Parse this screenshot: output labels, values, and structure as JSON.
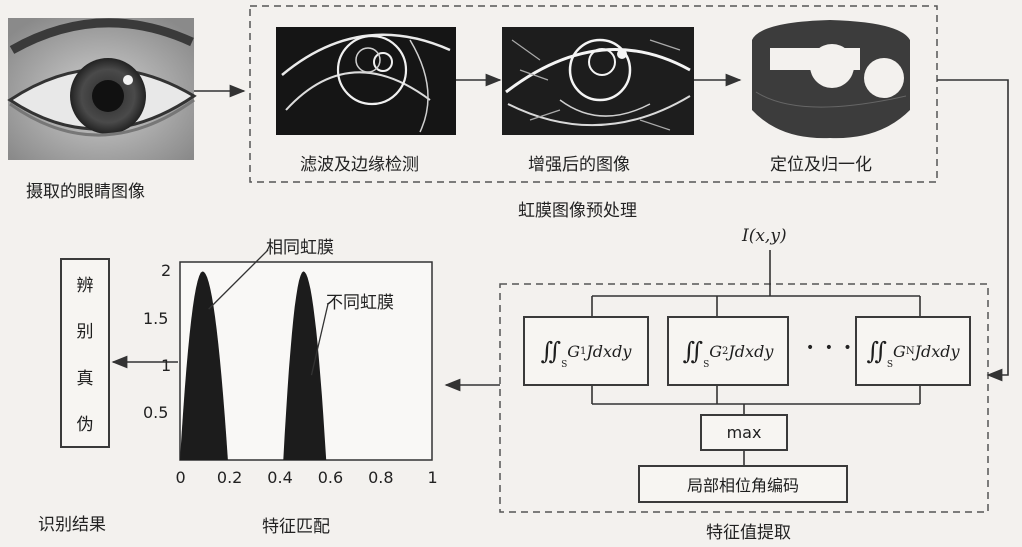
{
  "top": {
    "eye_caption": "摄取的眼睛图像",
    "stages": [
      "滤波及边缘检测",
      "增强后的图像",
      "定位及归一化"
    ],
    "group_caption": "虹膜图像预处理"
  },
  "feature": {
    "input_symbol": "I(x,y)",
    "filters": [
      {
        "sub": "1",
        "rest": "Jdxdy"
      },
      {
        "sub": "2",
        "rest": "Jdxdy"
      },
      {
        "sub": "N",
        "rest": "Jdxdy"
      }
    ],
    "integral_domain": "S",
    "dots": "• • •",
    "max_label": "max",
    "encode_label": "局部相位角编码",
    "group_caption": "特征值提取"
  },
  "result": {
    "chars": [
      "辨",
      "别",
      "真",
      "伪"
    ],
    "caption": "识别结果"
  },
  "chart_data": {
    "type": "area",
    "x_ticks": [
      "0",
      "0.2",
      "0.4",
      "0.6",
      "0.8",
      "1"
    ],
    "y_ticks": [
      "0.5",
      "1",
      "1.5",
      "2"
    ],
    "xlim": [
      0,
      1
    ],
    "ylim": [
      0,
      2.1
    ],
    "series": [
      {
        "name": "相同虹膜",
        "peak_x": 0.09,
        "peak_y": 2.0,
        "x_start": 0.0,
        "x_end": 0.19
      },
      {
        "name": "不同虹膜",
        "peak_x": 0.49,
        "peak_y": 2.0,
        "x_start": 0.41,
        "x_end": 0.58
      }
    ],
    "caption": "特征匹配"
  }
}
